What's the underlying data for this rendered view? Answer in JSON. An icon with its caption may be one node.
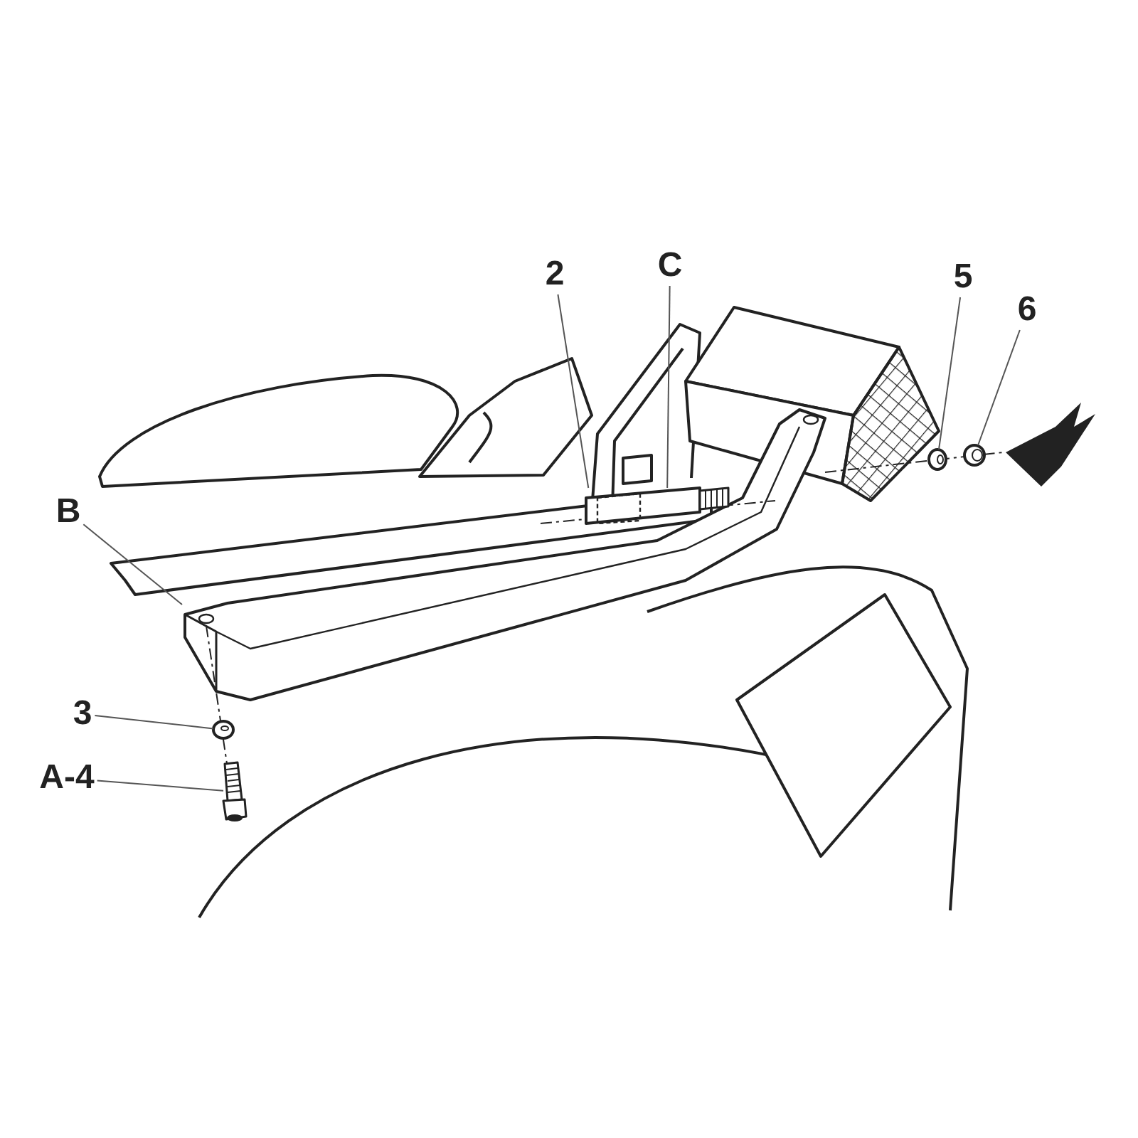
{
  "diagram": {
    "nodes": [
      {
        "text": [
          "2"
        ]
      },
      {
        "text": [
          "C"
        ]
      },
      {
        "text": [
          "5"
        ]
      },
      {
        "text": [
          "6"
        ]
      },
      {
        "text": [
          "B"
        ]
      },
      {
        "text": [
          "3"
        ]
      },
      {
        "text": [
          "A-4"
        ]
      },
      {
        "text": [],
        "shape": "picture"
      },
      {
        "text": [],
        "shape": "picture"
      },
      {
        "text": [],
        "shape": "picture"
      },
      {
        "text": [],
        "shape": "picture"
      },
      {
        "text": [],
        "shape": "picture"
      }
    ],
    "edges": [
      {
        "from": 0,
        "to": 11,
        "arrow": "none"
      },
      {
        "from": 1,
        "to": 11,
        "arrow": "none"
      },
      {
        "from": 2,
        "to": 8,
        "arrow": "none"
      },
      {
        "from": 3,
        "to": 9,
        "arrow": "none"
      },
      {
        "from": 4,
        "to": null,
        "arrow": "none"
      },
      {
        "from": 5,
        "to": 7,
        "arrow": "none"
      },
      {
        "from": 6,
        "to": 10,
        "arrow": "none"
      }
    ]
  }
}
